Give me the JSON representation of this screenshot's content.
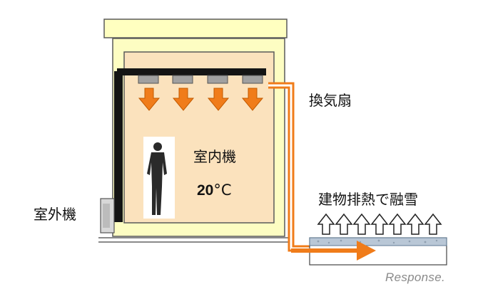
{
  "labels": {
    "ventilation_fan": "換気扇",
    "indoor_unit": "室内機",
    "temperature_value": "20",
    "temperature_unit": "°C",
    "outdoor_unit": "室外機",
    "snow_melting": "建物排熱で融雪"
  },
  "watermark": "Response.",
  "colors": {
    "building_wall": "#fdfdc2",
    "interior": "#fbe2bd",
    "duct": "#f07c1a",
    "arrow": "#f07c1a",
    "roof": "#ffffc0",
    "ceiling_duct": "#141414",
    "diffuser": "#a0a0a0"
  }
}
